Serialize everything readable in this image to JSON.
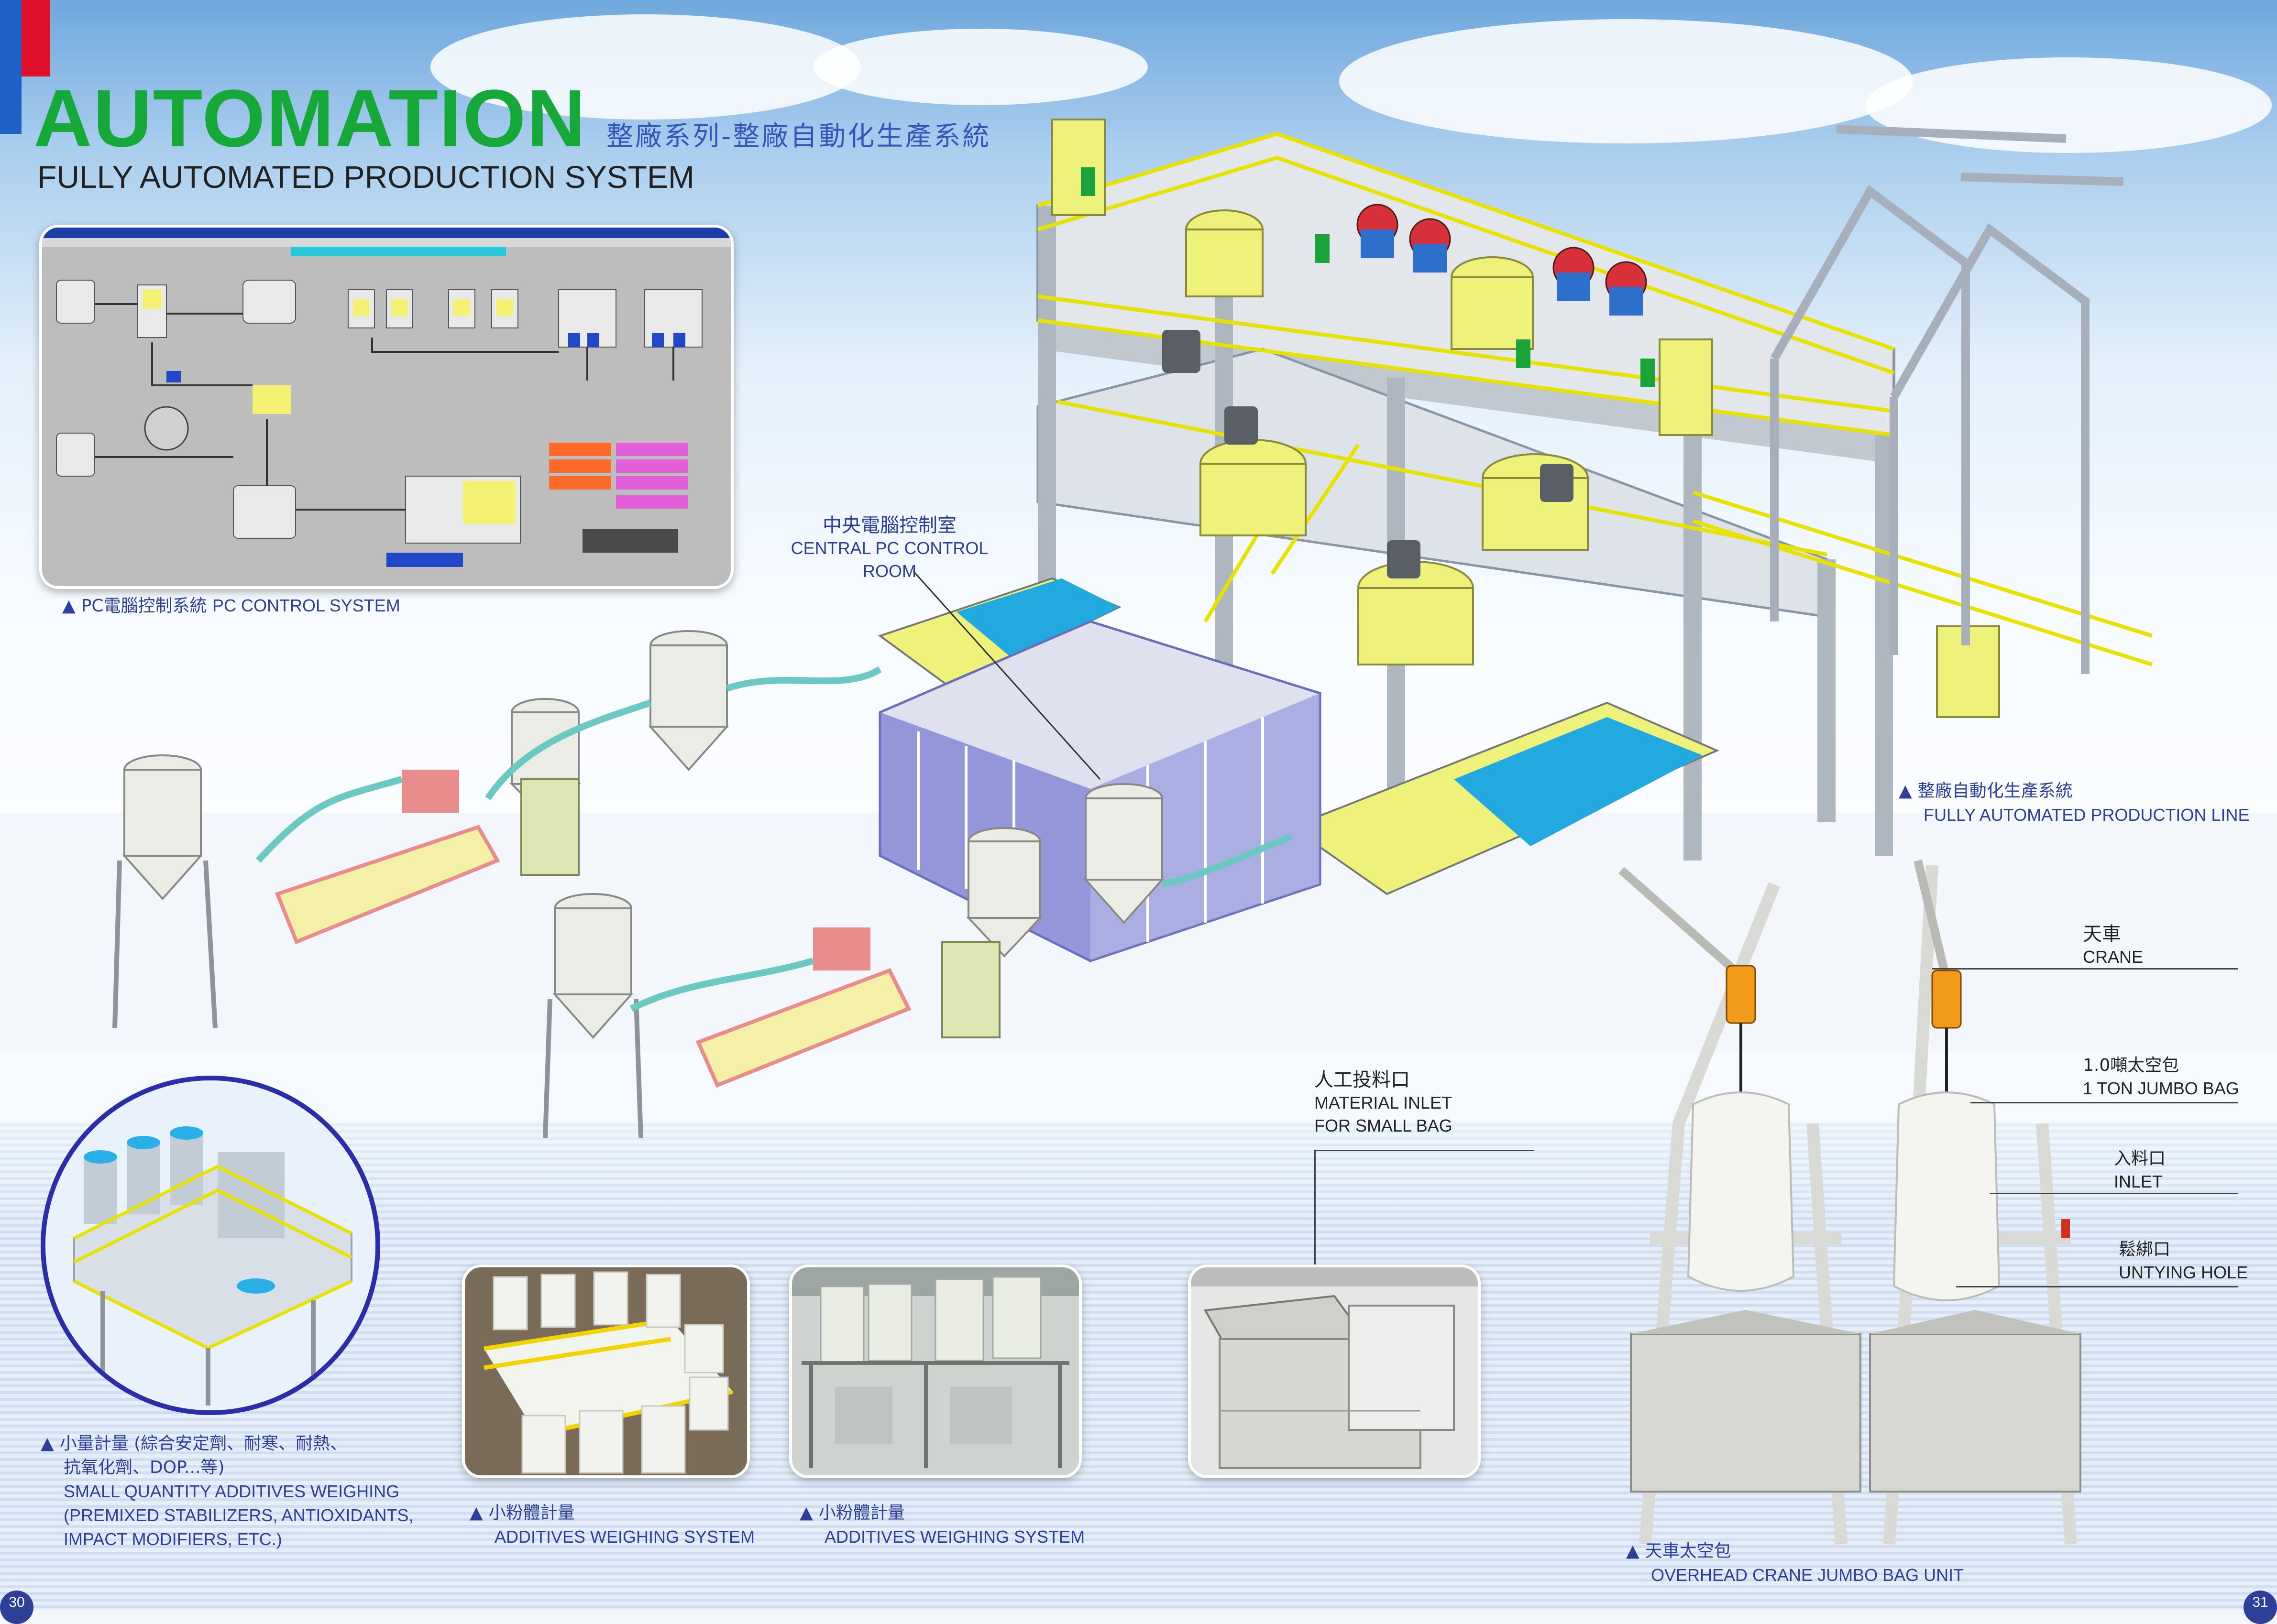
{
  "header": {
    "title": "AUTOMATION",
    "title_cn": "整廠系列-整廠自動化生產系統",
    "subtitle": "FULLY AUTOMATED PRODUCTION SYSTEM"
  },
  "pc_panel": {
    "caption_cn": "PC電腦控制系統",
    "caption_en": "PC CONTROL SYSTEM"
  },
  "control_room": {
    "label_cn": "中央電腦控制室",
    "label_en": "CENTRAL PC CONTROL ROOM"
  },
  "production_line": {
    "caption_cn": "整廠自動化生產系統",
    "caption_en": "FULLY AUTOMATED PRODUCTION LINE"
  },
  "small_quantity": {
    "caption_cn_1": "小量計量 (綜合安定劑、耐寒、耐熱、",
    "caption_cn_2": "抗氧化劑、DOP...等)",
    "caption_en_1": "SMALL QUANTITY ADDITIVES WEIGHING",
    "caption_en_2": "(PREMIXED STABILIZERS, ANTIOXIDANTS,",
    "caption_en_3": "IMPACT MODIFIERS, ETC.)"
  },
  "additives_1": {
    "caption_cn": "小粉體計量",
    "caption_en": "ADDITIVES WEIGHING SYSTEM"
  },
  "additives_2": {
    "caption_cn": "小粉體計量",
    "caption_en": "ADDITIVES WEIGHING SYSTEM"
  },
  "material_inlet": {
    "label_cn": "人工投料口",
    "label_en_1": "MATERIAL INLET",
    "label_en_2": "FOR SMALL BAG"
  },
  "crane_unit": {
    "caption_cn": "天車太空包",
    "caption_en": "OVERHEAD CRANE JUMBO BAG UNIT",
    "crane_cn": "天車",
    "crane_en": "CRANE",
    "jumbo_cn": "1.0噸太空包",
    "jumbo_en": "1 TON JUMBO BAG",
    "inlet_cn": "入料口",
    "inlet_en": "INLET",
    "untying_cn": "鬆綁口",
    "untying_en": "UNTYING HOLE"
  },
  "pages": {
    "left": "30",
    "right": "31"
  },
  "colors": {
    "title_green": "#17a83a",
    "caption_blue": "#2d3f98",
    "machine_yellow": "#f0f08a",
    "steel": "#b9bfc7"
  }
}
